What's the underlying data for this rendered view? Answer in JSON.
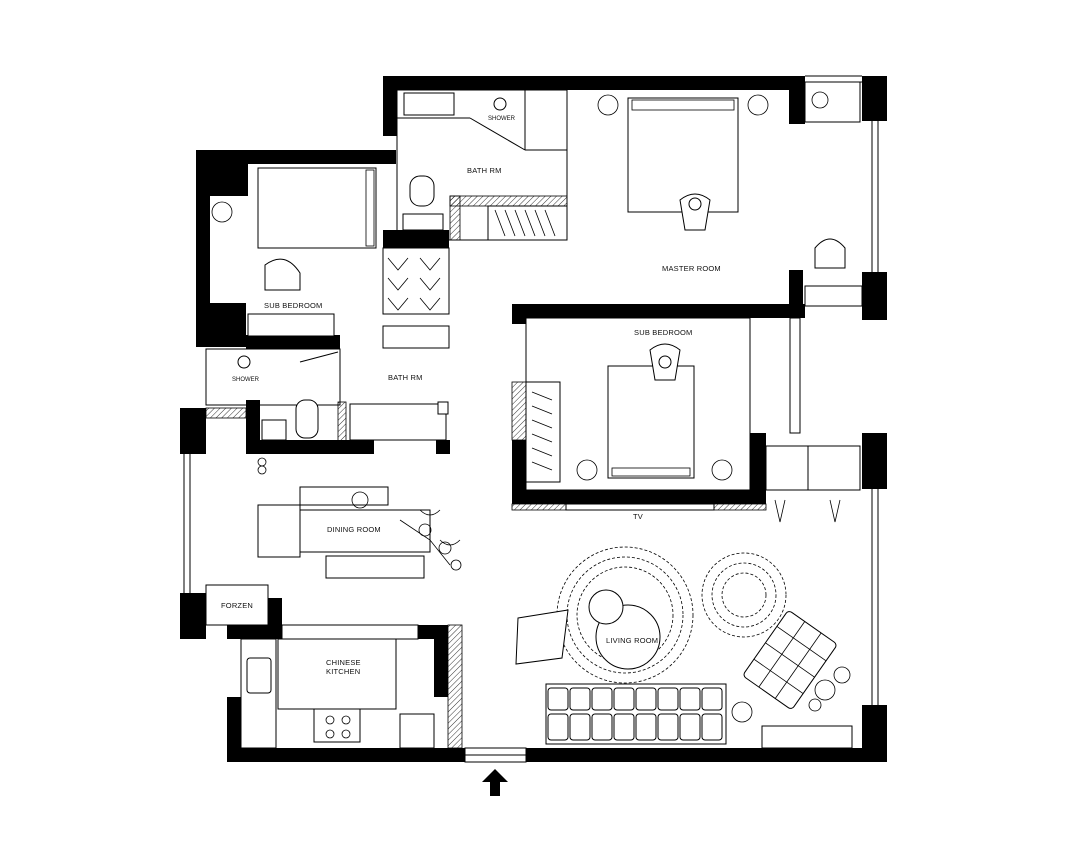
{
  "rooms": {
    "bath_top": "BATH RM",
    "shower_top": "SHOWER",
    "master": "MASTER ROOM",
    "sub_bedroom_left": "SUB BEDROOM",
    "sub_bedroom_right": "SUB BEDROOM",
    "shower_left": "SHOWER",
    "bath_mid": "BATH RM",
    "dining": "DINING ROOM",
    "living": "LIVING ROOM",
    "frozen": "FORZEN",
    "kitchen_line1": "CHINESE",
    "kitchen_line2": "KITCHEN",
    "tv": "TV"
  }
}
